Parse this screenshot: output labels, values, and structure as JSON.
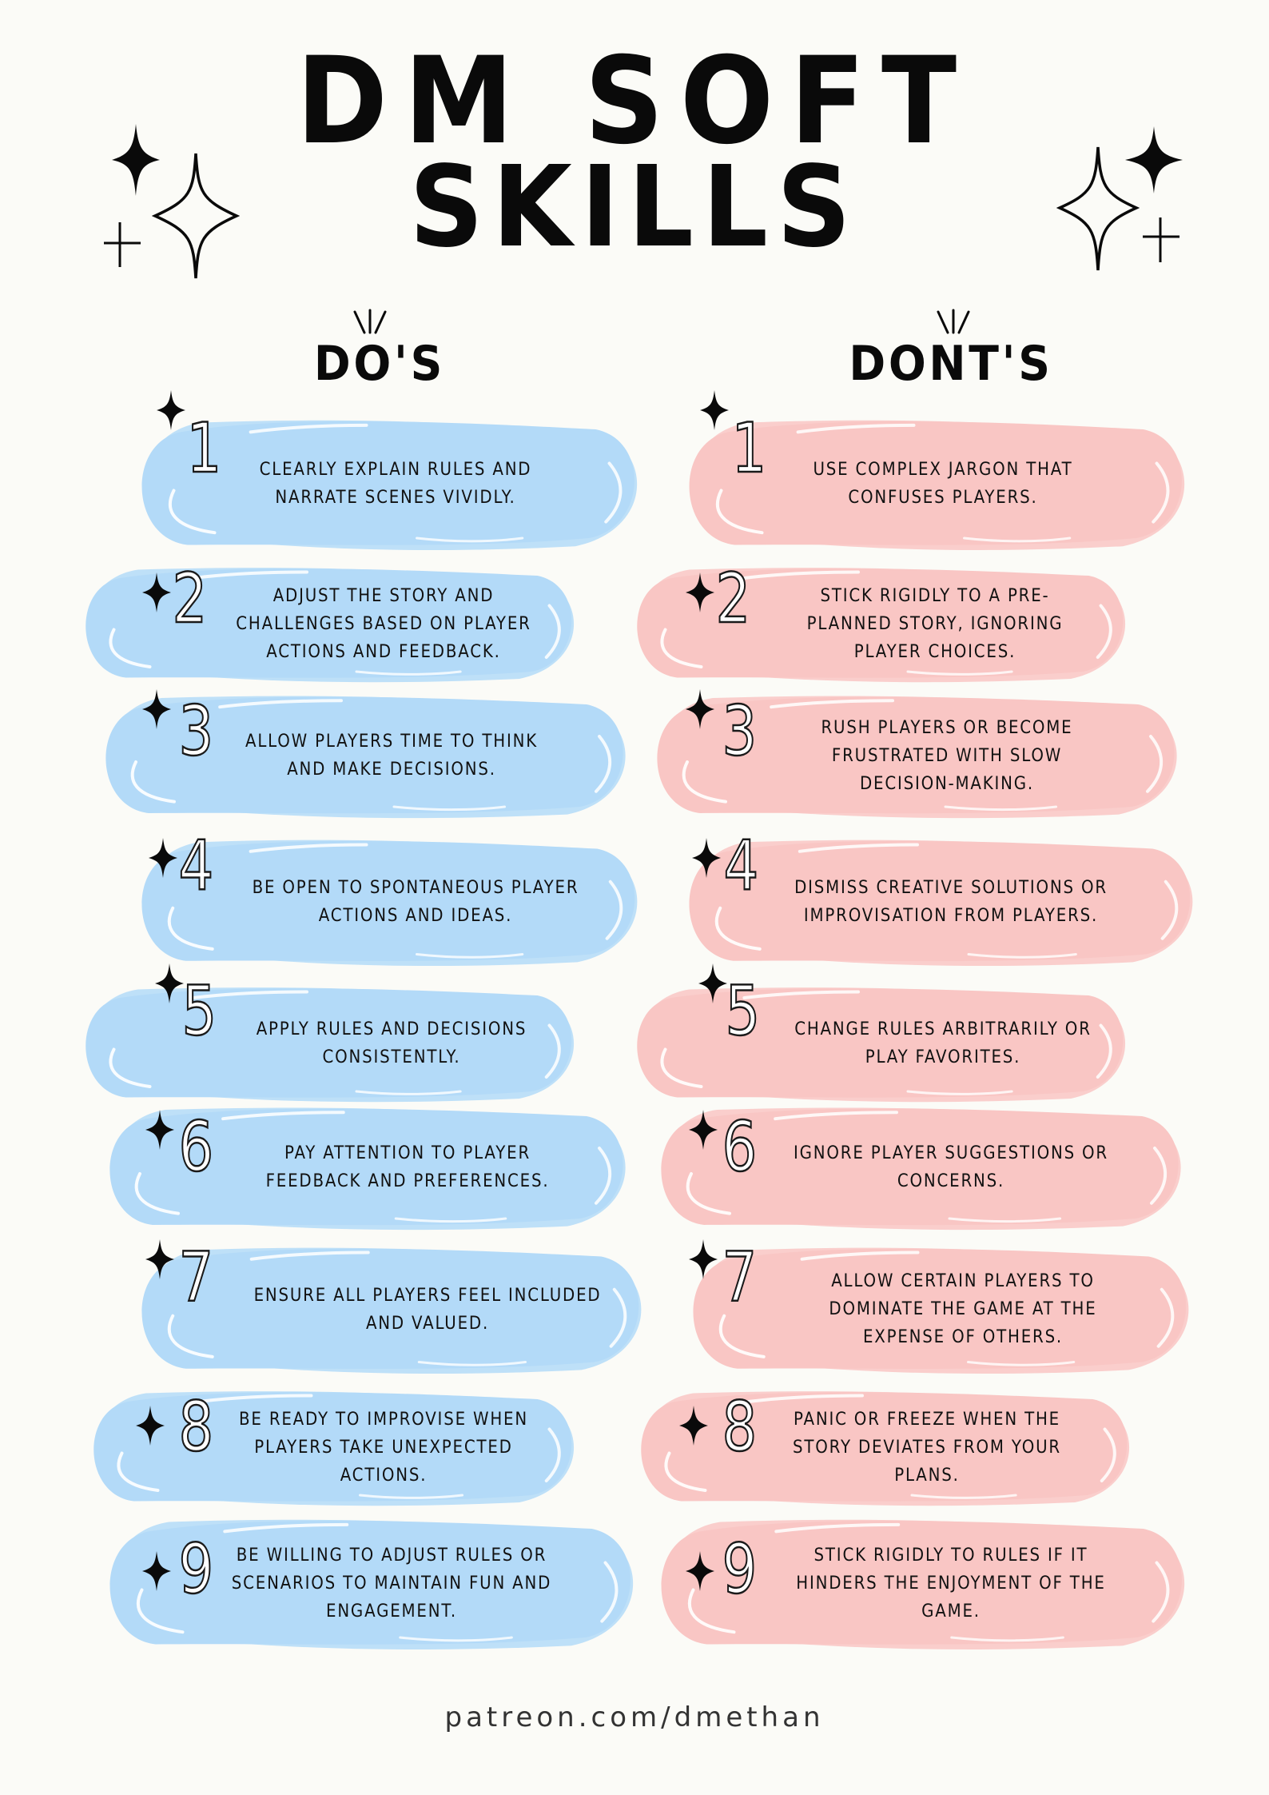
{
  "page": {
    "title_line1": "DM SOFT",
    "title_line2": "SKILLS",
    "footer_link": "patreon.com/dmethan"
  },
  "colors": {
    "background": "#fbfbf7",
    "dos_blob": "#b3daf8",
    "donts_blob": "#f9c6c4",
    "ink": "#111111"
  },
  "decorations": {
    "top_left": [
      "filled-sparkle-icon",
      "outline-sparkle-icon",
      "plus-icon"
    ],
    "top_right": [
      "filled-sparkle-icon",
      "outline-sparkle-icon",
      "plus-icon"
    ],
    "heading_accent": "burst-lines-icon",
    "item_accent": "filled-sparkle-icon"
  },
  "dos": {
    "heading": "DO'S",
    "items": [
      {
        "number": "1",
        "text": "Clearly explain rules and narrate scenes vividly."
      },
      {
        "number": "2",
        "text": "Adjust the story and challenges based on player actions and feedback."
      },
      {
        "number": "3",
        "text": "Allow players time to think and make decisions."
      },
      {
        "number": "4",
        "text": "Be open to spontaneous player actions and ideas."
      },
      {
        "number": "5",
        "text": "Apply rules and decisions consistently."
      },
      {
        "number": "6",
        "text": "Pay attention to player feedback and preferences."
      },
      {
        "number": "7",
        "text": "Ensure all players feel included and valued."
      },
      {
        "number": "8",
        "text": "Be ready to improvise when players take unexpected actions."
      },
      {
        "number": "9",
        "text": "Be willing to adjust rules or scenarios to maintain fun and engagement."
      }
    ]
  },
  "donts": {
    "heading": "DONT'S",
    "items": [
      {
        "number": "1",
        "text": "Use complex jargon that confuses players."
      },
      {
        "number": "2",
        "text": "Stick rigidly to a pre-planned story, ignoring player choices."
      },
      {
        "number": "3",
        "text": "Rush players or become frustrated with slow decision-making."
      },
      {
        "number": "4",
        "text": "Dismiss creative solutions or improvisation from players."
      },
      {
        "number": "5",
        "text": "Change rules arbitrarily or play favorites."
      },
      {
        "number": "6",
        "text": "Ignore player suggestions or concerns."
      },
      {
        "number": "7",
        "text": "Allow certain players to dominate the game at the expense of others."
      },
      {
        "number": "8",
        "text": "Panic or freeze when the story deviates from your plans."
      },
      {
        "number": "9",
        "text": "Stick rigidly to rules if it hinders the enjoyment of the game."
      }
    ]
  }
}
